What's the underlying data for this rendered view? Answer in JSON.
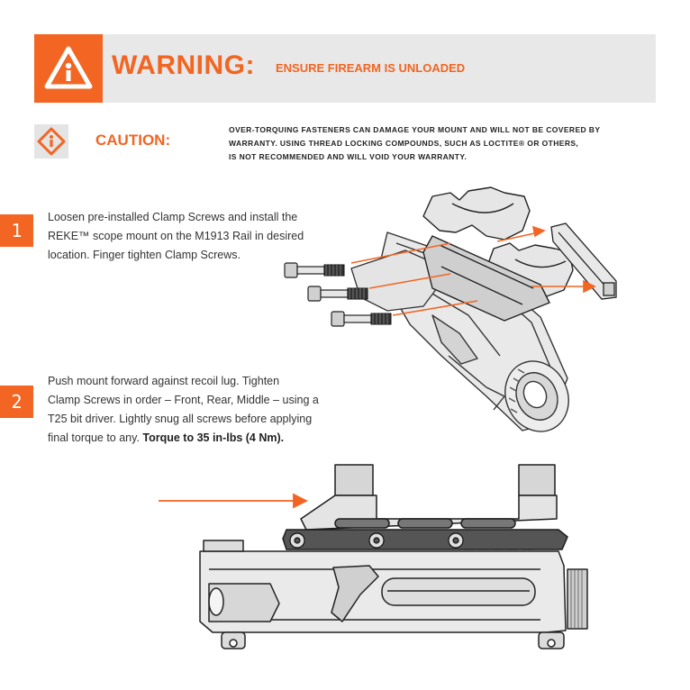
{
  "warning": {
    "title": "WARNING:",
    "subtitle": "ENSURE FIREARM IS UNLOADED",
    "icon": "warning-triangle-icon"
  },
  "caution": {
    "title": "CAUTION:",
    "icon": "caution-diamond-icon",
    "lines": [
      "OVER-TORQUING FASTENERS CAN DAMAGE YOUR MOUNT AND WILL NOT BE COVERED BY",
      "WARRANTY. USING THREAD LOCKING COMPOUNDS, SUCH AS LOCTITE® OR OTHERS,",
      "IS NOT RECOMMENDED AND WILL VOID YOUR WARRANTY."
    ]
  },
  "steps": [
    {
      "number": "1",
      "lines": [
        "Loosen pre-installed Clamp Screws and install the",
        "REKE™ scope mount on the M1913 Rail in desired",
        "location. Finger tighten Clamp Screws."
      ]
    },
    {
      "number": "2",
      "lines": [
        "Push mount forward against recoil lug. Tighten",
        "Clamp Screws in order – Front, Rear, Middle – using a",
        "T25 bit driver. Lightly snug all screws before applying",
        "final torque to any."
      ],
      "emphasis": "Torque to 35 in-lbs (4 Nm)."
    }
  ],
  "colors": {
    "accent": "#f26522",
    "panel": "#e8e8e8",
    "text": "#333333"
  }
}
